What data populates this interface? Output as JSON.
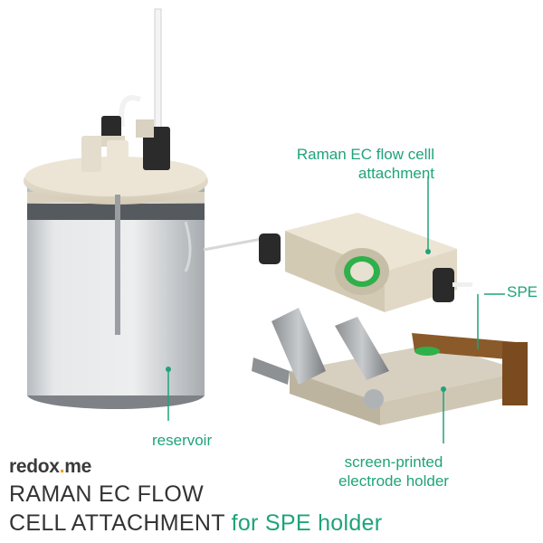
{
  "labels": {
    "raman_line1": "Raman EC flow celll",
    "raman_line2": "attachment",
    "spe": "SPE",
    "reservoir": "reservoir",
    "holder_line1": "screen-printed",
    "holder_line2": "electrode holder"
  },
  "logo": {
    "text_a": "redox",
    "dot": ".",
    "text_b": "me"
  },
  "title": {
    "line1": "RAMAN EC FLOW",
    "line2": "CELL ATTACHMENT",
    "line2_accent": "for SPE holder"
  },
  "colors": {
    "accent": "#1fa37a",
    "logo_dot": "#f39a1e",
    "title_text": "#333333"
  }
}
